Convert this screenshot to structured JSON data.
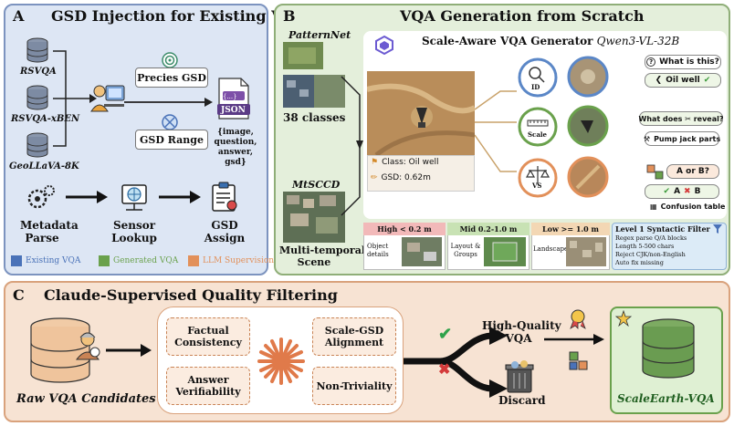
{
  "panel_a": {
    "letter": "A",
    "title": "GSD Injection for Existing VQA",
    "datasets": [
      "RSVQA",
      "RSVQA-xBEN",
      "GeoLLaVA-8K"
    ],
    "precise_gsd": "Precies GSD",
    "gsd_range": "GSD Range",
    "json_label": "JSON",
    "json_fields": "{image, question, answer, gsd}",
    "steps": [
      {
        "line1": "Metadata",
        "line2": "Parse"
      },
      {
        "line1": "Sensor",
        "line2": "Lookup"
      },
      {
        "line1": "GSD",
        "line2": "Assign"
      }
    ]
  },
  "legend": [
    {
      "label": "Existing VQA",
      "color": "#4a72b8"
    },
    {
      "label": "Generated VQA",
      "color": "#6aa14c"
    },
    {
      "label": "LLM Supervision",
      "color": "#e2905a"
    }
  ],
  "panel_b": {
    "letter": "B",
    "title": "VQA Generation from Scratch",
    "sources": [
      {
        "name": "PatternNet",
        "caption": "38 classes"
      },
      {
        "name": "MtSCCD",
        "caption_line1": "Multi-temporal",
        "caption_line2": "Scene"
      }
    ],
    "generator_title": "Scale-Aware VQA Generator",
    "generator_model": "Qwen3-VL-32B",
    "class_text": "Class: Oil well",
    "gsd_text": "GSD: 0.62m",
    "task_circles": [
      "ID",
      "Scale",
      "VS"
    ],
    "qa_cards": {
      "q1": "What is this?",
      "a1": "Oil well",
      "q2": "What does ✂ reveal?",
      "a2": "Pump jack parts",
      "q3": "A or B?",
      "a3_a": "A",
      "a3_b": "B",
      "confusion": "Confusion table"
    },
    "bands": [
      {
        "header": "High < 0.2 m",
        "text": "Object details",
        "color": "#f2b9b9"
      },
      {
        "header": "Mid 0.2-1.0 m",
        "text": "Layout & Groups",
        "color": "#c8e2b4"
      },
      {
        "header": "Low >= 1.0 m",
        "text": "Landscape",
        "color": "#f3d7b4"
      }
    ],
    "filter": {
      "title": "Level 1 Syntactic Filter",
      "rules": [
        "Regex parse Q/A blocks",
        "Length 5-500 chars",
        "Reject CJK/non-English",
        "Auto fix missing"
      ]
    }
  },
  "panel_c": {
    "letter": "C",
    "title": "Claude-Supervised Quality Filtering",
    "input_label": "Raw VQA Candidates",
    "criteria": [
      "Factual Consistency",
      "Answer Verifiability",
      "Scale-GSD Alignment",
      "Non-Triviality"
    ],
    "high_quality_line1": "High-Quality",
    "high_quality_line2": "VQA",
    "discard": "Discard",
    "output_label": "ScaleEarth-VQA"
  }
}
